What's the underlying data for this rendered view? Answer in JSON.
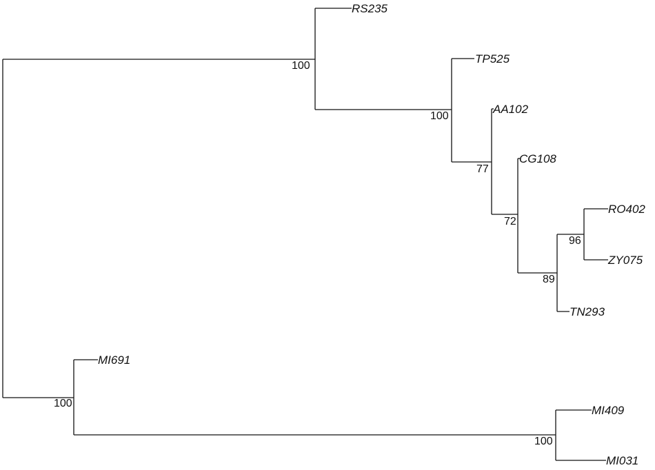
{
  "tips": [
    {
      "id": "RS235",
      "label": "RS235"
    },
    {
      "id": "TP525",
      "label": "TP525"
    },
    {
      "id": "AA102",
      "label": "AA102"
    },
    {
      "id": "CG108",
      "label": "CG108"
    },
    {
      "id": "RO402",
      "label": "RO402"
    },
    {
      "id": "ZY075",
      "label": "ZY075"
    },
    {
      "id": "TN293",
      "label": "TN293"
    },
    {
      "id": "MI691",
      "label": "MI691"
    },
    {
      "id": "MI409",
      "label": "MI409"
    },
    {
      "id": "MI031",
      "label": "MI031"
    }
  ],
  "support_values": [
    {
      "node": "top-clade",
      "value": "100"
    },
    {
      "node": "tp-clade",
      "value": "100"
    },
    {
      "node": "aa-clade",
      "value": "77"
    },
    {
      "node": "cg-clade",
      "value": "72"
    },
    {
      "node": "tn-clade",
      "value": "89"
    },
    {
      "node": "ro-zy-clade",
      "value": "96"
    },
    {
      "node": "mi-clade",
      "value": "100"
    },
    {
      "node": "mi409-mi031-clade",
      "value": "100"
    }
  ]
}
